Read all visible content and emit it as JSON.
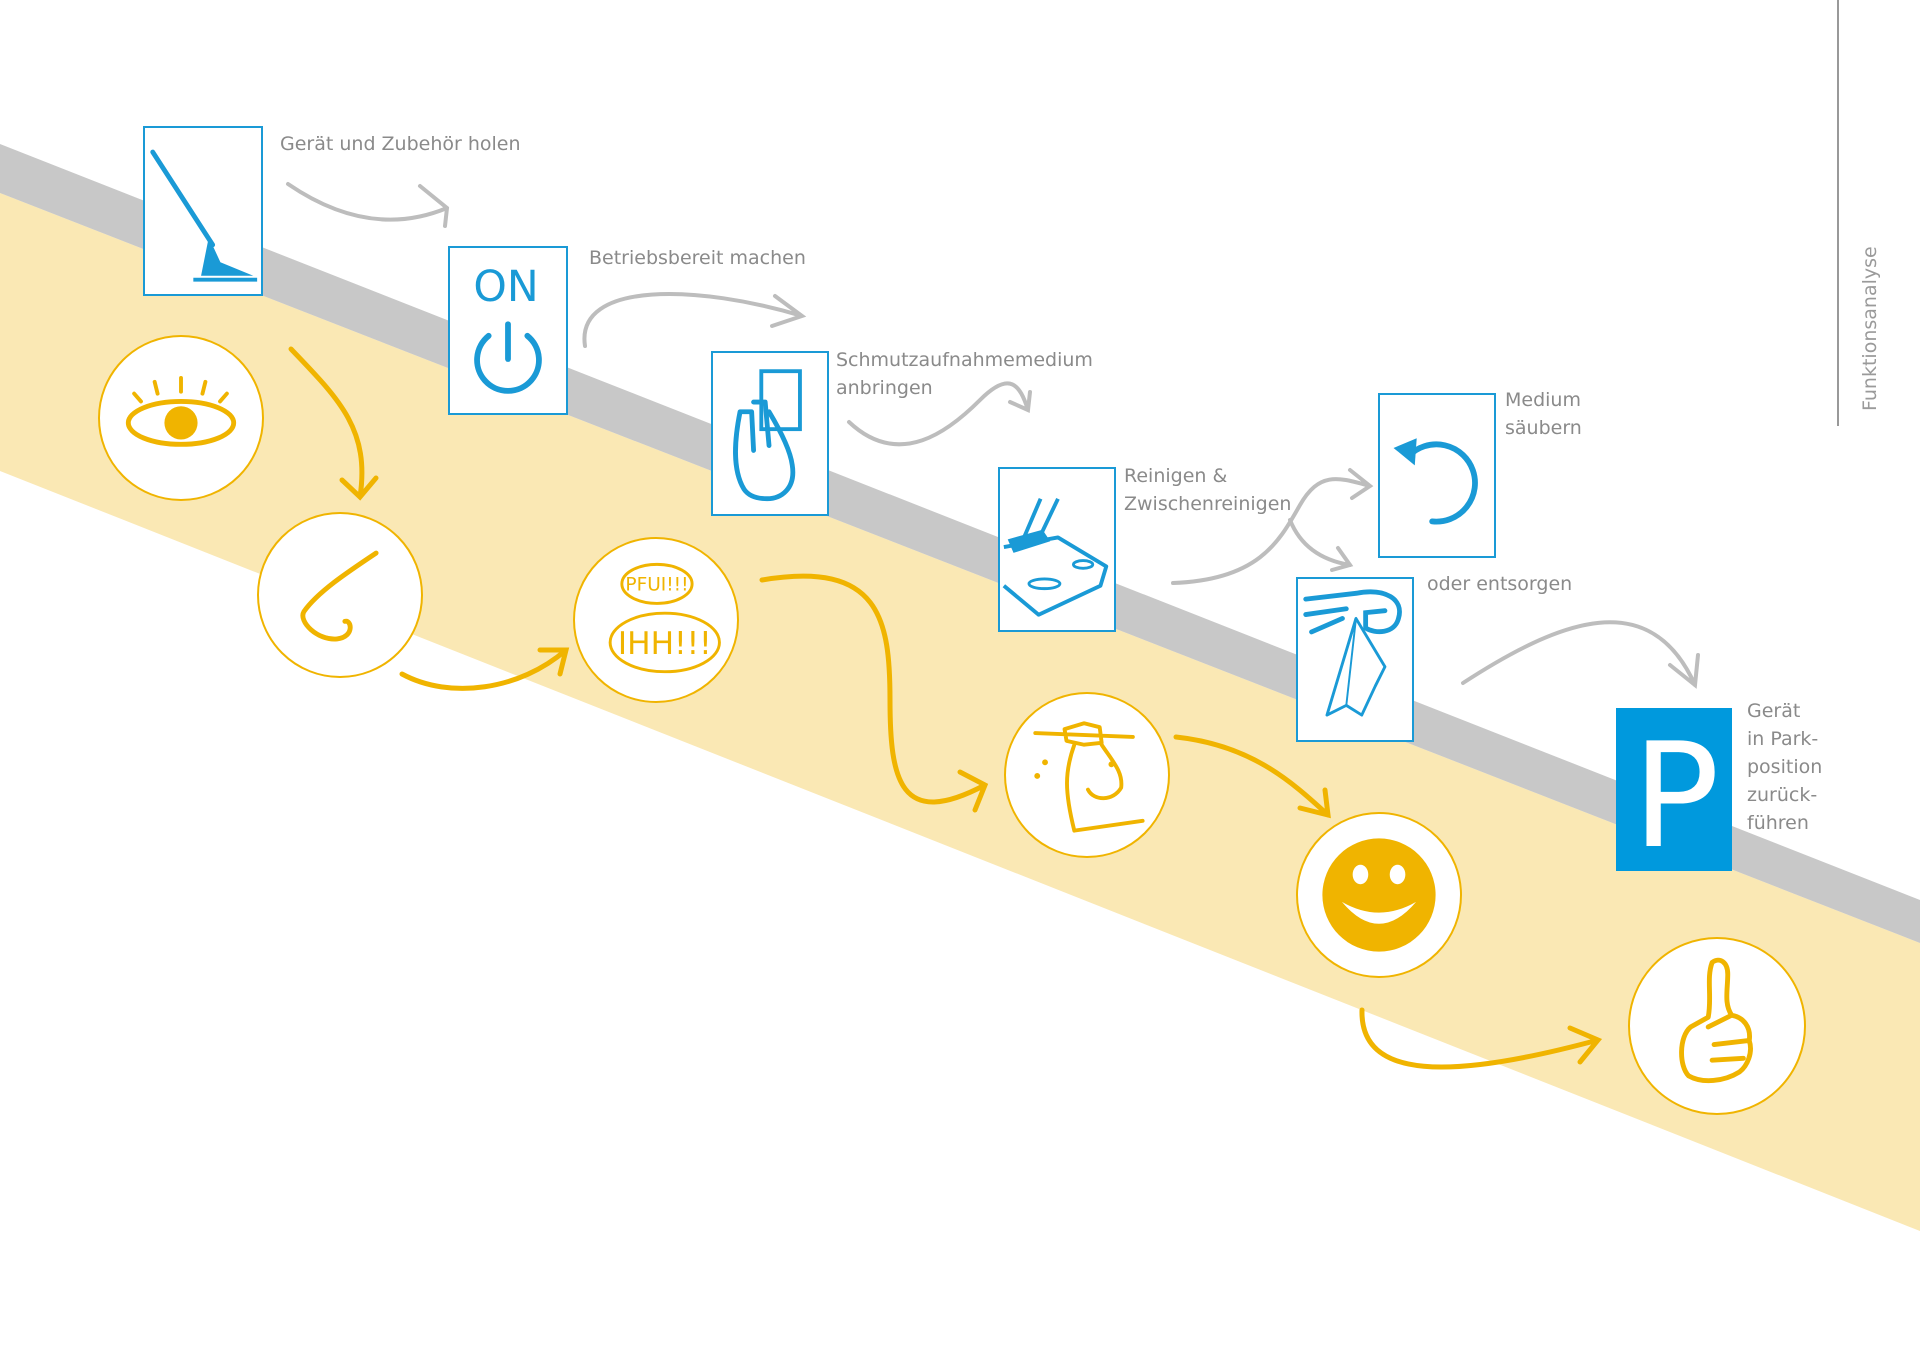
{
  "side_title": "Funktionsanalyse",
  "colors": {
    "blue": "#1a9ad6",
    "yellow": "#f0b400",
    "band_yellow": "#fae8b4",
    "band_gray": "#c8c8c8",
    "label_gray": "#8a8a8a"
  },
  "steps": [
    {
      "label": "Gerät und Zubehör holen",
      "icon": "mop-icon"
    },
    {
      "label": "Betriebsbereit machen",
      "icon": "power-on-icon",
      "icon_text": "ON"
    },
    {
      "label": "Schmutzaufnahmemedium\nanbringen",
      "icon": "hand-attach-pad-icon"
    },
    {
      "label": "Reinigen &\nZwischenreinigen",
      "icon": "cleaning-icon"
    },
    {
      "label": "Medium\nsäubern",
      "icon": "refresh-icon"
    },
    {
      "label": "oder entsorgen",
      "icon": "dispose-icon"
    },
    {
      "label": "Gerät\nin Park-\nposition\nzurück-\nführen",
      "icon": "parking-icon",
      "icon_text": "P"
    }
  ],
  "emotions": [
    {
      "icon": "eye-icon"
    },
    {
      "icon": "nose-icon"
    },
    {
      "icon": "speech-bubbles-icon",
      "bubble_1": "PFUI!!!",
      "bubble_2": "IHH!!!"
    },
    {
      "icon": "strong-arm-icon"
    },
    {
      "icon": "smiley-icon"
    },
    {
      "icon": "thumbs-up-icon"
    }
  ]
}
